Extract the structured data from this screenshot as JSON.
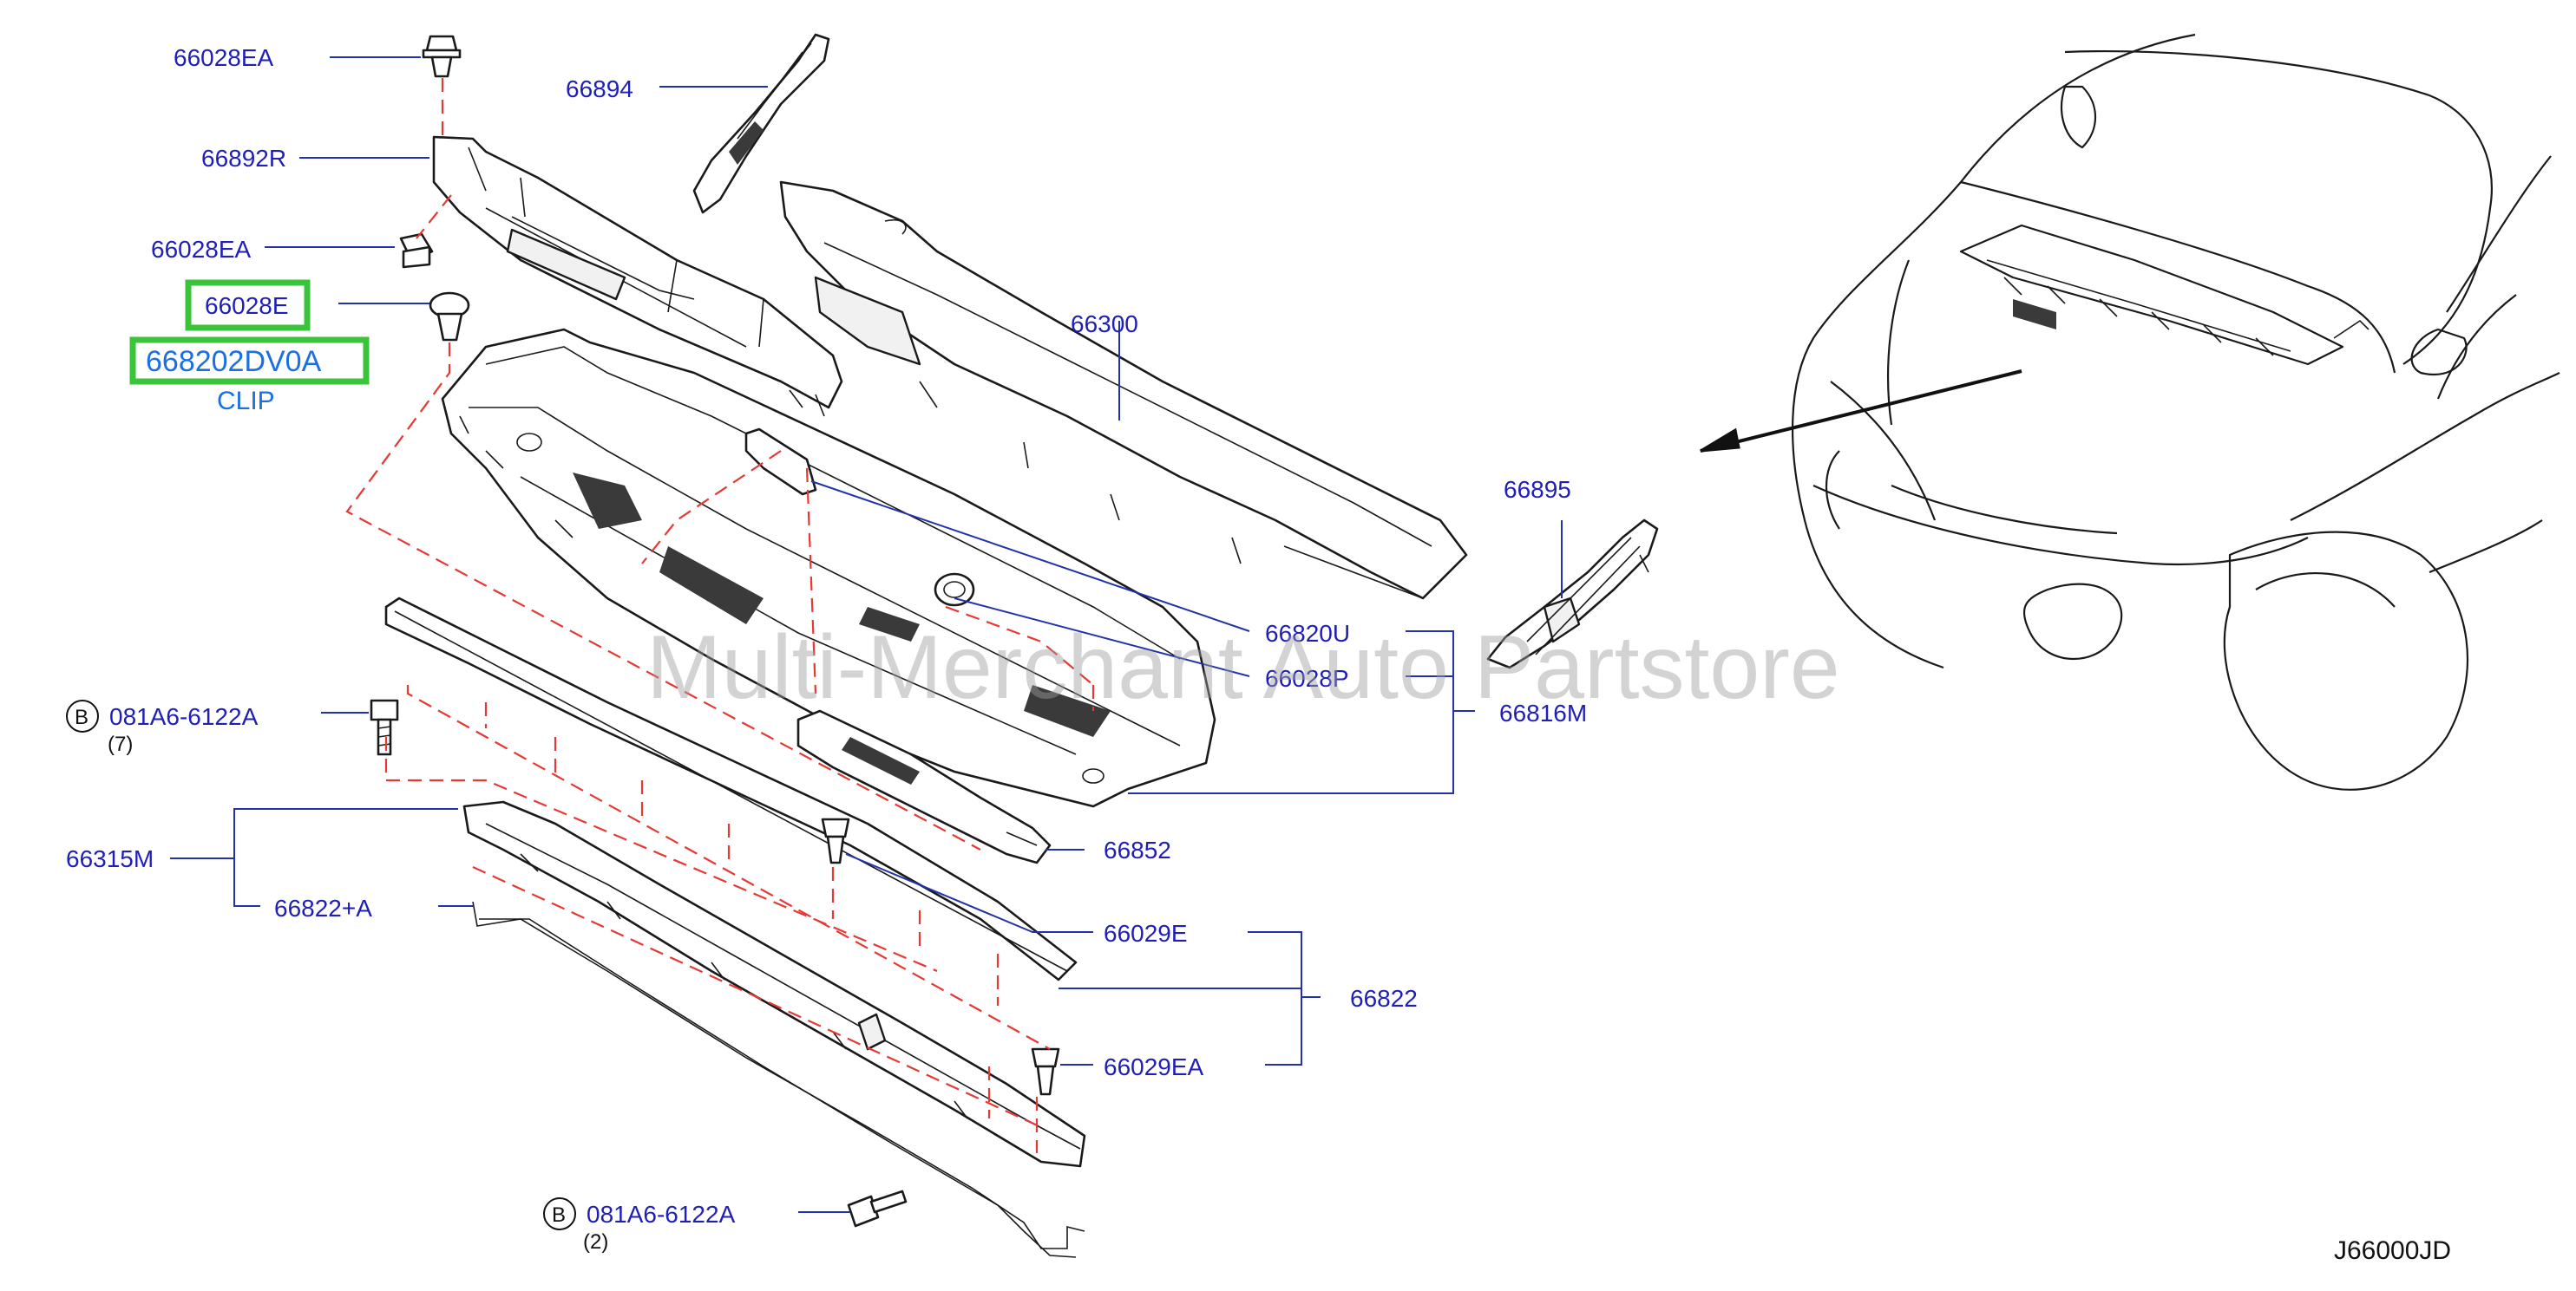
{
  "labels": {
    "p66028EA_top": "66028EA",
    "p66894": "66894",
    "p66892R": "66892R",
    "p66028EA_mid": "66028EA",
    "p66028E": "66028E",
    "p668202DV0A": "668202DV0A",
    "clip": "CLIP",
    "p66300": "66300",
    "p66895": "66895",
    "p66820U": "66820U",
    "p66028P": "66028P",
    "p66816M": "66816M",
    "bolt_top": "081A6-6122A",
    "bolt_top_qty": "(7)",
    "p66315M": "66315M",
    "p66822A": "66822+A",
    "p66852": "66852",
    "p66029E": "66029E",
    "p66822": "66822",
    "p66029EA": "66029EA",
    "bolt_bottom": "081A6-6122A",
    "bolt_bottom_qty": "(2)",
    "diagram_code": "J66000JD",
    "b_marker": "B"
  },
  "watermark": "Multi-Merchant Auto Partstore",
  "colors": {
    "label_blue": "#1f1fb8",
    "highlight_green": "#3ac43a",
    "dash_red": "#e53935",
    "clip_blue": "#1b6fe0"
  }
}
